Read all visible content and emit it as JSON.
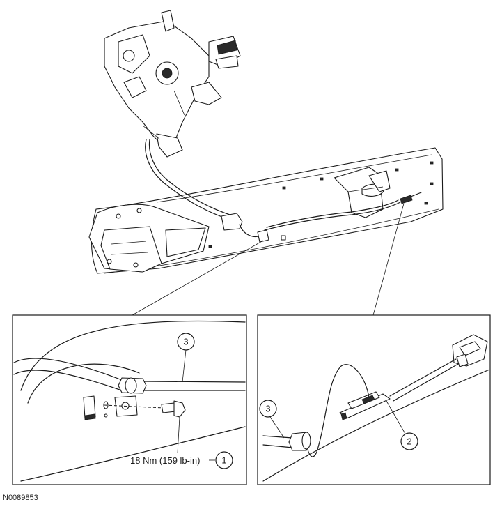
{
  "callouts": {
    "c1": "1",
    "c2": "2",
    "c3_left": "3",
    "c3_right": "3"
  },
  "torque_label": "18 Nm (159 lb-in)",
  "figure_id": "N0089853"
}
